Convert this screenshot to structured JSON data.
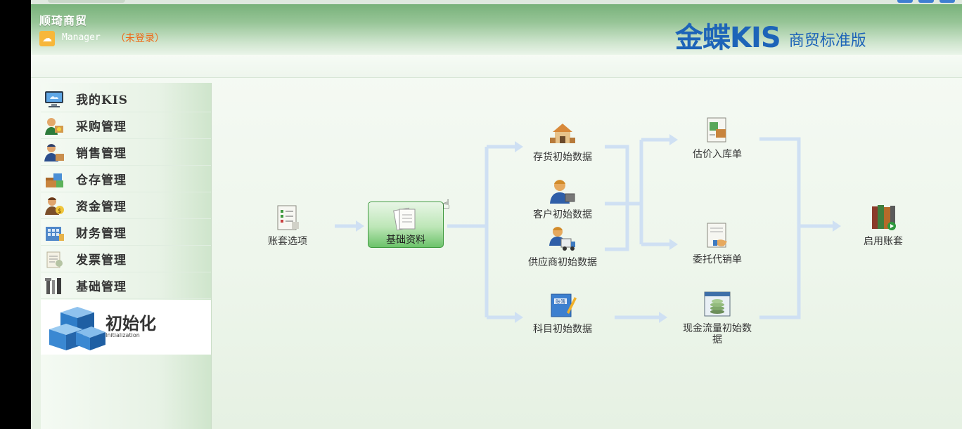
{
  "header": {
    "company": "顺琦商贸",
    "user_name": "Manager",
    "login_status": "（未登录）",
    "brand_main": "金蝶KIS",
    "brand_sub": "商贸标准版",
    "user_icon": "weather-icon"
  },
  "sidebar": {
    "items": [
      {
        "label": "我的KIS",
        "icon": "monitor-icon"
      },
      {
        "label": "采购管理",
        "icon": "purchase-icon"
      },
      {
        "label": "销售管理",
        "icon": "sales-icon"
      },
      {
        "label": "仓存管理",
        "icon": "warehouse-icon"
      },
      {
        "label": "资金管理",
        "icon": "money-icon"
      },
      {
        "label": "财务管理",
        "icon": "finance-icon"
      },
      {
        "label": "发票管理",
        "icon": "invoice-icon"
      },
      {
        "label": "基础管理",
        "icon": "tools-icon"
      }
    ],
    "active": {
      "title": "初始化",
      "subtitle": "Initialization",
      "icon": "cube-icon"
    }
  },
  "flow": {
    "nodes": {
      "account_options": "账套选项",
      "basic_data": "基础资料",
      "inventory_init": "存货初始数据",
      "customer_init": "客户初始数据",
      "supplier_init": "供应商初始数据",
      "account_init": "科目初始数据",
      "estimate_receipt": "估价入库单",
      "consign_sales": "委托代销单",
      "cashflow_init_1": "现金流量初始数",
      "cashflow_init_2": "据",
      "enable_account": "启用账套"
    }
  },
  "colors": {
    "brand": "#1d64b8",
    "header_green": "#78b27a",
    "arrow": "#cfe0f3",
    "login_status": "#ef6a18"
  }
}
